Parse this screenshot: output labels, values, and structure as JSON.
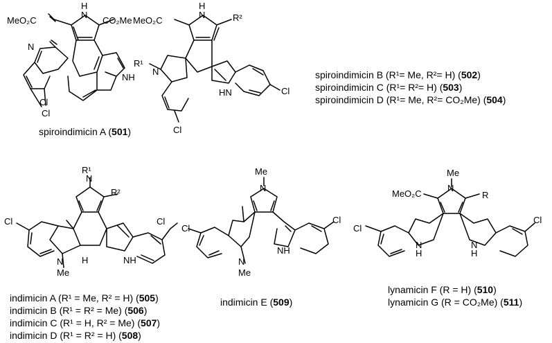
{
  "labels": {
    "meo2c": "MeO₂C",
    "co2me": "CO₂Me",
    "h": "H",
    "n": "N",
    "nh": "NH",
    "hn": "HN",
    "cl": "Cl",
    "r1": "R¹",
    "r2": "R²",
    "me": "Me",
    "r": "R"
  },
  "captions": {
    "s501": {
      "pre": "spiroindimicin A (",
      "num": "501",
      "post": ")"
    },
    "s502": {
      "pre": "spiroindimicin B (R¹= Me, R²= H) (",
      "num": "502",
      "post": ")"
    },
    "s503": {
      "pre": "spiroindimicin C (R¹= R²= H) (",
      "num": "503",
      "post": ")"
    },
    "s504": {
      "pre": "spiroindimicin D (R¹= Me, R²= CO₂Me) (",
      "num": "504",
      "post": ")"
    },
    "i505": {
      "pre": "indimicin A (R¹ = Me, R² = H) (",
      "num": "505",
      "post": ")"
    },
    "i506": {
      "pre": "indimicin B (R¹ = R² = Me) (",
      "num": "506",
      "post": ")"
    },
    "i507": {
      "pre": "indimicin C (R¹ = H, R² = Me) (",
      "num": "507",
      "post": ")"
    },
    "i508": {
      "pre": "indimicin D (R¹ = R² = H) (",
      "num": "508",
      "post": ")"
    },
    "i509": {
      "pre": "indimicin E (",
      "num": "509",
      "post": ")"
    },
    "l510": {
      "pre": "lynamicin F (R = H) (",
      "num": "510",
      "post": ")"
    },
    "l511": {
      "pre": "lynamicin G (R = CO₂Me) (",
      "num": "511",
      "post": ")"
    }
  }
}
